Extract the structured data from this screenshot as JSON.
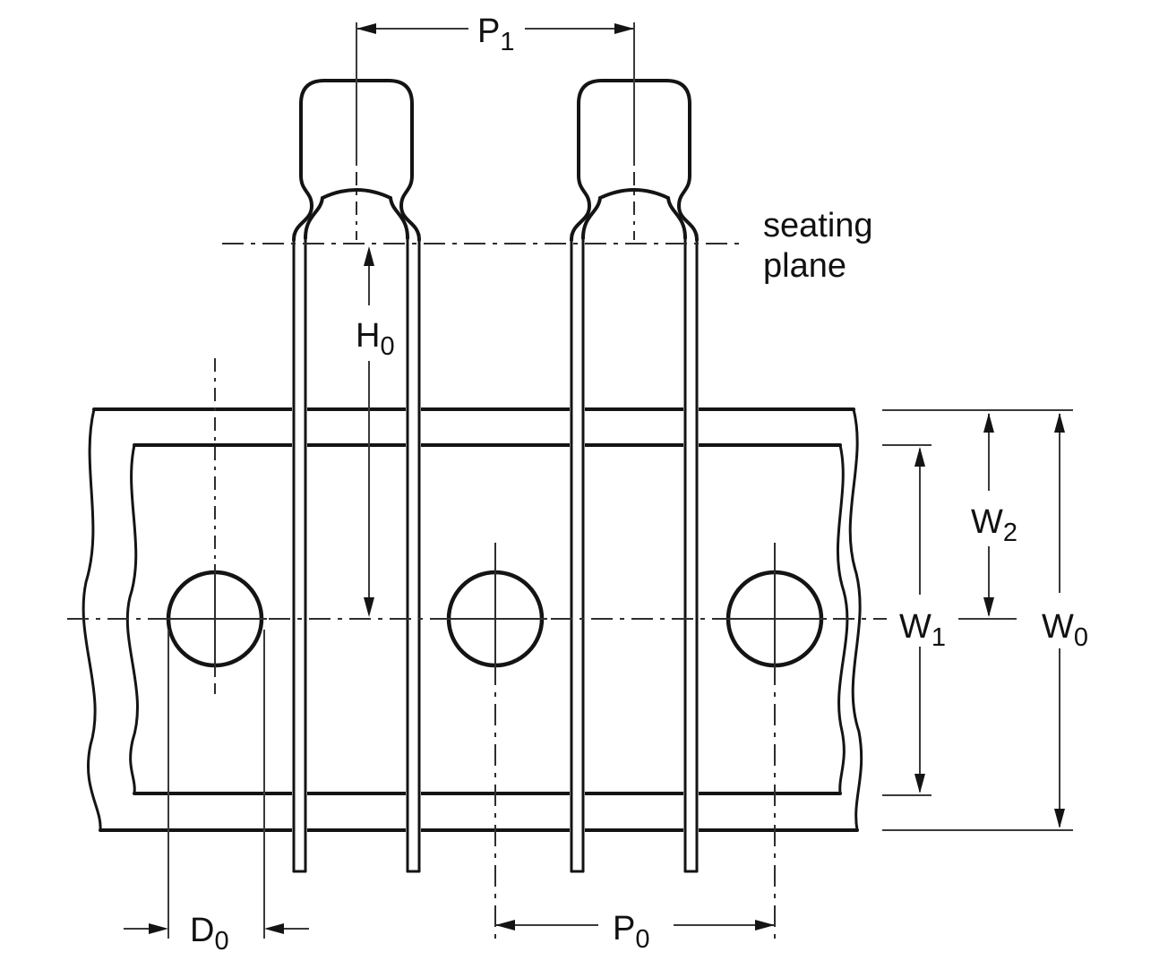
{
  "colors": {
    "background": "#ffffff",
    "line": "#141414",
    "thin_line": "#3a3a3a",
    "text": "#111111"
  },
  "labels": {
    "p1": {
      "base": "P",
      "sub": "1"
    },
    "h0": {
      "base": "H",
      "sub": "0"
    },
    "w2": {
      "base": "W",
      "sub": "2"
    },
    "w1": {
      "base": "W",
      "sub": "1"
    },
    "w0": {
      "base": "W",
      "sub": "0"
    },
    "d0": {
      "base": "D",
      "sub": "0"
    },
    "p0": {
      "base": "P",
      "sub": "0"
    },
    "seating": {
      "line1": "seating",
      "line2": "plane"
    }
  }
}
